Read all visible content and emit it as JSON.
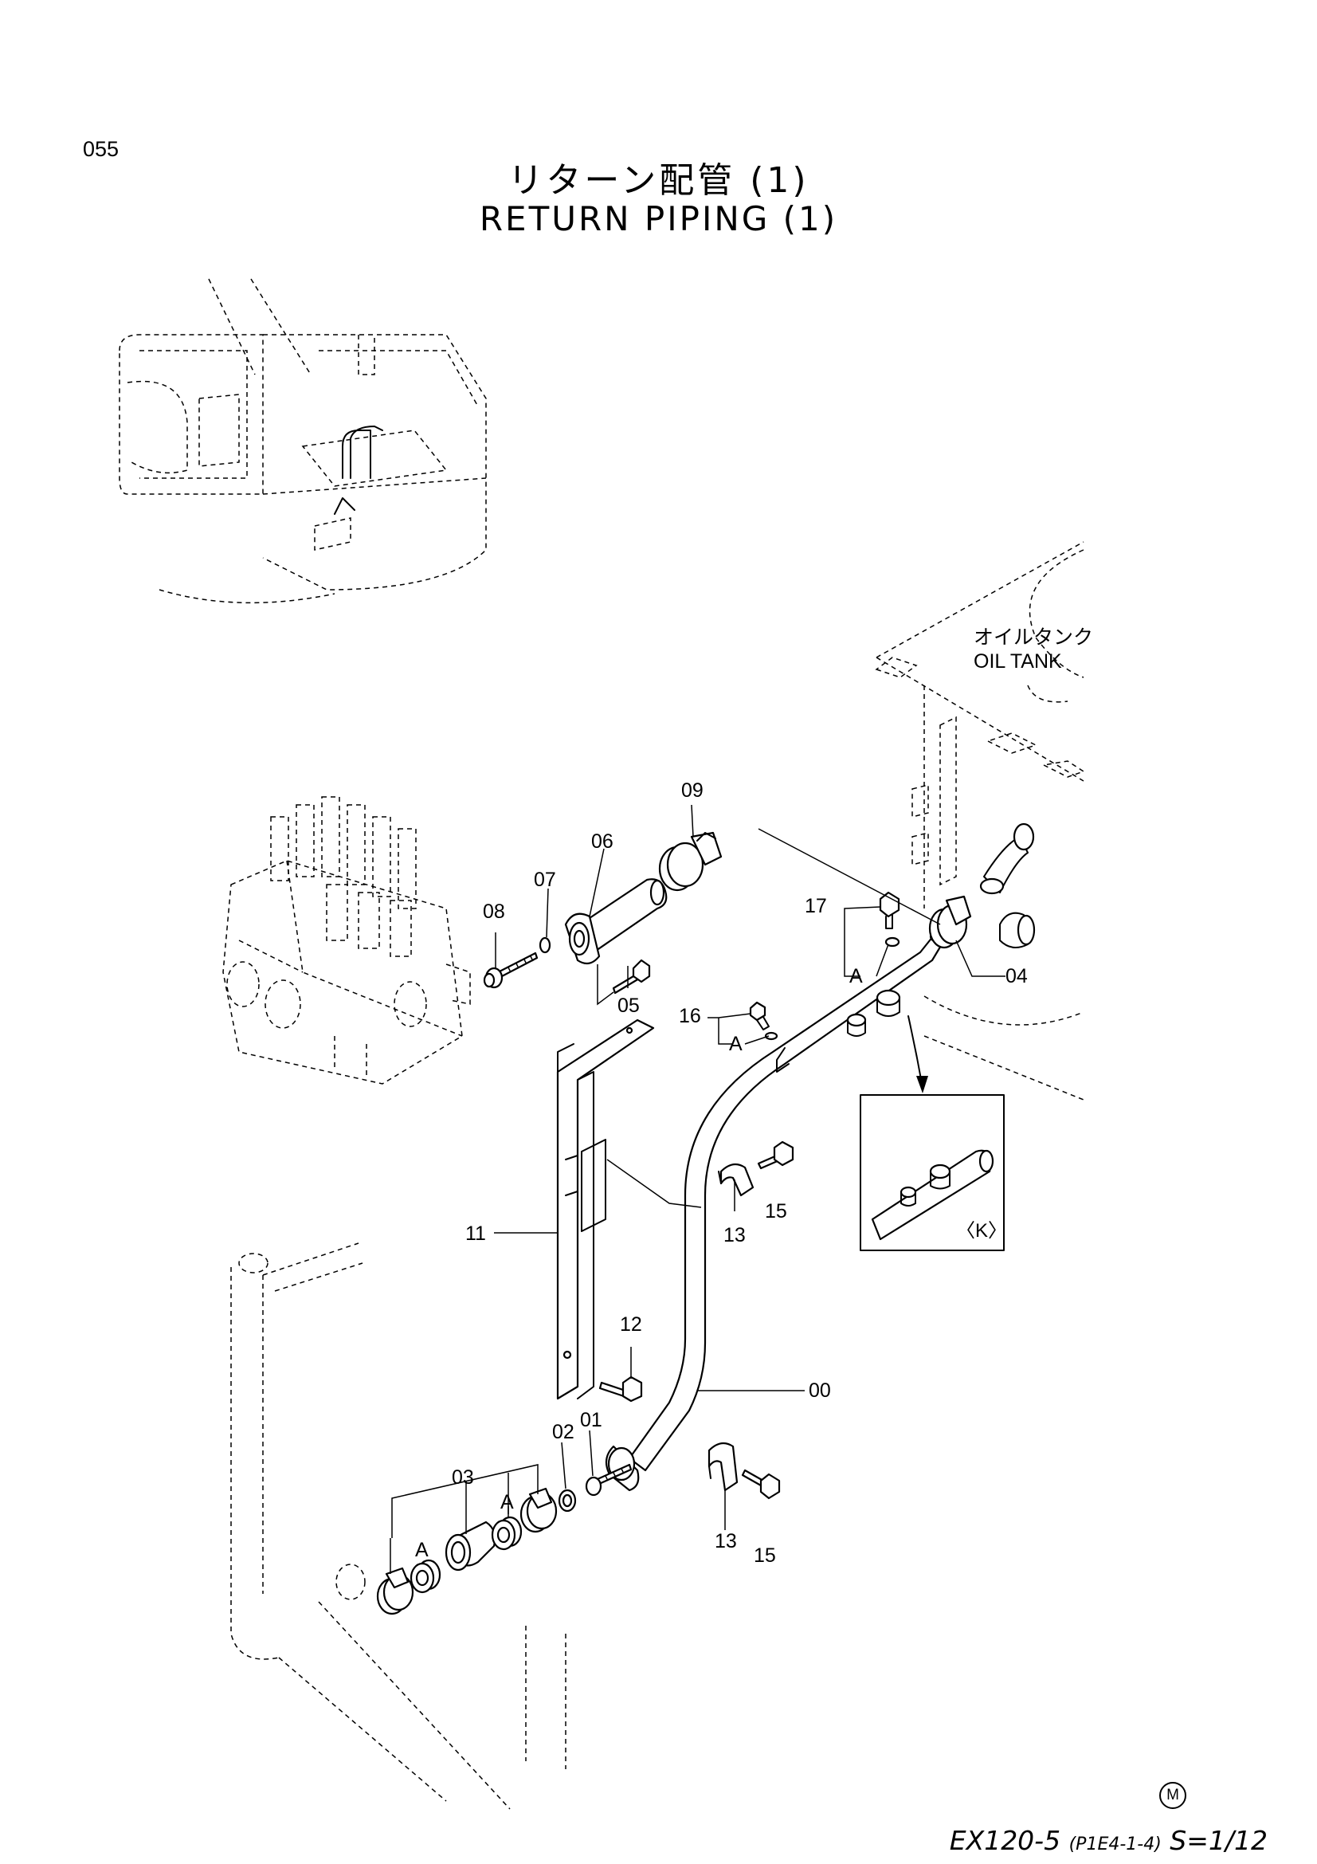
{
  "page_number": "055",
  "title_jp": "リターン配管 (1)",
  "title_en": "RETURN PIPING (1)",
  "labels": {
    "oil_tank_jp": "オイルタンク",
    "oil_tank_en": "OIL TANK",
    "detail_k": "〈K〉",
    "ref_a": "A"
  },
  "parts": {
    "p00": "00",
    "p01": "01",
    "p02": "02",
    "p03": "03",
    "p04": "04",
    "p05": "05",
    "p06": "06",
    "p07": "07",
    "p08": "08",
    "p09": "09",
    "p11": "11",
    "p12": "12",
    "p13": "13",
    "p15": "15",
    "p16": "16",
    "p17": "17"
  },
  "footer": {
    "m_mark": "M",
    "model": "EX120-5",
    "code": "(P1E4-1-4)",
    "scale": "S=1/12"
  }
}
